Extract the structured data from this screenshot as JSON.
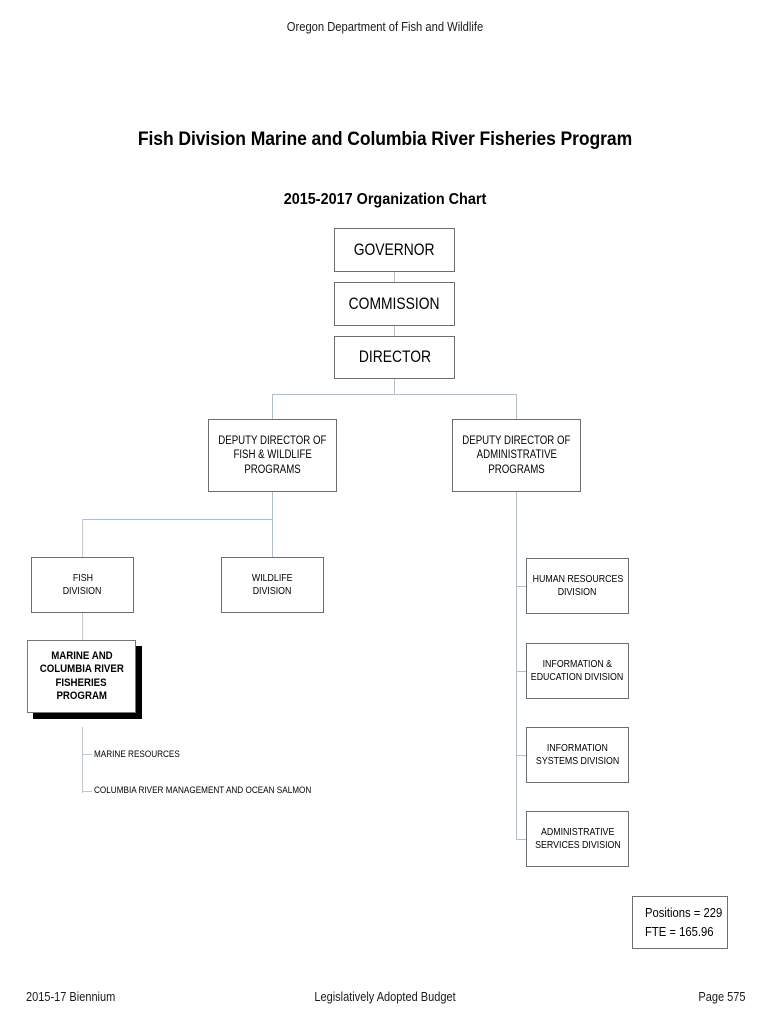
{
  "page": {
    "header": "Oregon Department of Fish and Wildlife",
    "title": "Fish Division Marine and Columbia River Fisheries Program",
    "subtitle": "2015-2017 Organization Chart"
  },
  "chart_data": {
    "type": "diagram",
    "title": "Fish Division Marine and Columbia River Fisheries Program",
    "subtitle": "2015-2017 Organization Chart",
    "nodes": [
      {
        "id": "governor",
        "label": "GOVERNOR"
      },
      {
        "id": "commission",
        "label": "COMMISSION"
      },
      {
        "id": "director",
        "label": "DIRECTOR"
      },
      {
        "id": "dep_fw",
        "label": "DEPUTY DIRECTOR OF FISH & WILDLIFE PROGRAMS"
      },
      {
        "id": "dep_admin",
        "label": "DEPUTY DIRECTOR OF ADMINISTRATIVE PROGRAMS"
      },
      {
        "id": "fish_div",
        "label": "FISH DIVISION"
      },
      {
        "id": "wildlife_div",
        "label": "WILDLIFE DIVISION"
      },
      {
        "id": "marine",
        "label": "MARINE AND COLUMBIA RIVER FISHERIES PROGRAM",
        "highlighted": true
      },
      {
        "id": "hr",
        "label": "HUMAN RESOURCES DIVISION"
      },
      {
        "id": "info_ed",
        "label": "INFORMATION & EDUCATION DIVISION"
      },
      {
        "id": "info_sys",
        "label": "INFORMATION SYSTEMS DIVISION"
      },
      {
        "id": "admin_svc",
        "label": "ADMINISTRATIVE SERVICES DIVISION"
      },
      {
        "id": "marine_res",
        "label": "MARINE RESOURCES"
      },
      {
        "id": "col_river",
        "label": "COLUMBIA RIVER MANAGEMENT AND OCEAN SALMON"
      }
    ],
    "edges": [
      [
        "governor",
        "commission"
      ],
      [
        "commission",
        "director"
      ],
      [
        "director",
        "dep_fw"
      ],
      [
        "director",
        "dep_admin"
      ],
      [
        "dep_fw",
        "fish_div"
      ],
      [
        "dep_fw",
        "wildlife_div"
      ],
      [
        "fish_div",
        "marine"
      ],
      [
        "dep_admin",
        "hr"
      ],
      [
        "dep_admin",
        "info_ed"
      ],
      [
        "dep_admin",
        "info_sys"
      ],
      [
        "dep_admin",
        "admin_svc"
      ],
      [
        "marine",
        "marine_res"
      ],
      [
        "marine",
        "col_river"
      ]
    ],
    "connector_color": "#a9c0d8",
    "box_border_color": "#6e6e6e"
  },
  "boxes": {
    "governor": "GOVERNOR",
    "commission": "COMMISSION",
    "director": "DIRECTOR",
    "deputy_fw": {
      "l1": "DEPUTY DIRECTOR OF",
      "l2": "FISH & WILDLIFE",
      "l3": "PROGRAMS"
    },
    "deputy_admin": {
      "l1": "DEPUTY DIRECTOR OF",
      "l2": "ADMINISTRATIVE",
      "l3": "PROGRAMS"
    },
    "fish_division": {
      "l1": "FISH",
      "l2": "DIVISION"
    },
    "wildlife_division": {
      "l1": "WILDLIFE",
      "l2": "DIVISION"
    },
    "marine_program": {
      "l1": "MARINE AND",
      "l2": "COLUMBIA RIVER",
      "l3": "FISHERIES",
      "l4": "PROGRAM"
    },
    "human_resources": {
      "l1": "HUMAN RESOURCES",
      "l2": "DIVISION"
    },
    "info_education": {
      "l1": "INFORMATION &",
      "l2": "EDUCATION DIVISION"
    },
    "info_systems": {
      "l1": "INFORMATION",
      "l2": "SYSTEMS DIVISION"
    },
    "admin_services": {
      "l1": "ADMINISTRATIVE",
      "l2": "SERVICES DIVISION"
    }
  },
  "leaves": {
    "marine_resources": "MARINE RESOURCES",
    "columbia_river": "COLUMBIA RIVER MANAGEMENT AND OCEAN SALMON"
  },
  "counts": {
    "positions": "Positions = 229",
    "fte": "FTE = 165.96"
  },
  "footer": {
    "left": "2015-17 Biennium",
    "center": "Legislatively Adopted Budget",
    "right": "Page 575"
  }
}
